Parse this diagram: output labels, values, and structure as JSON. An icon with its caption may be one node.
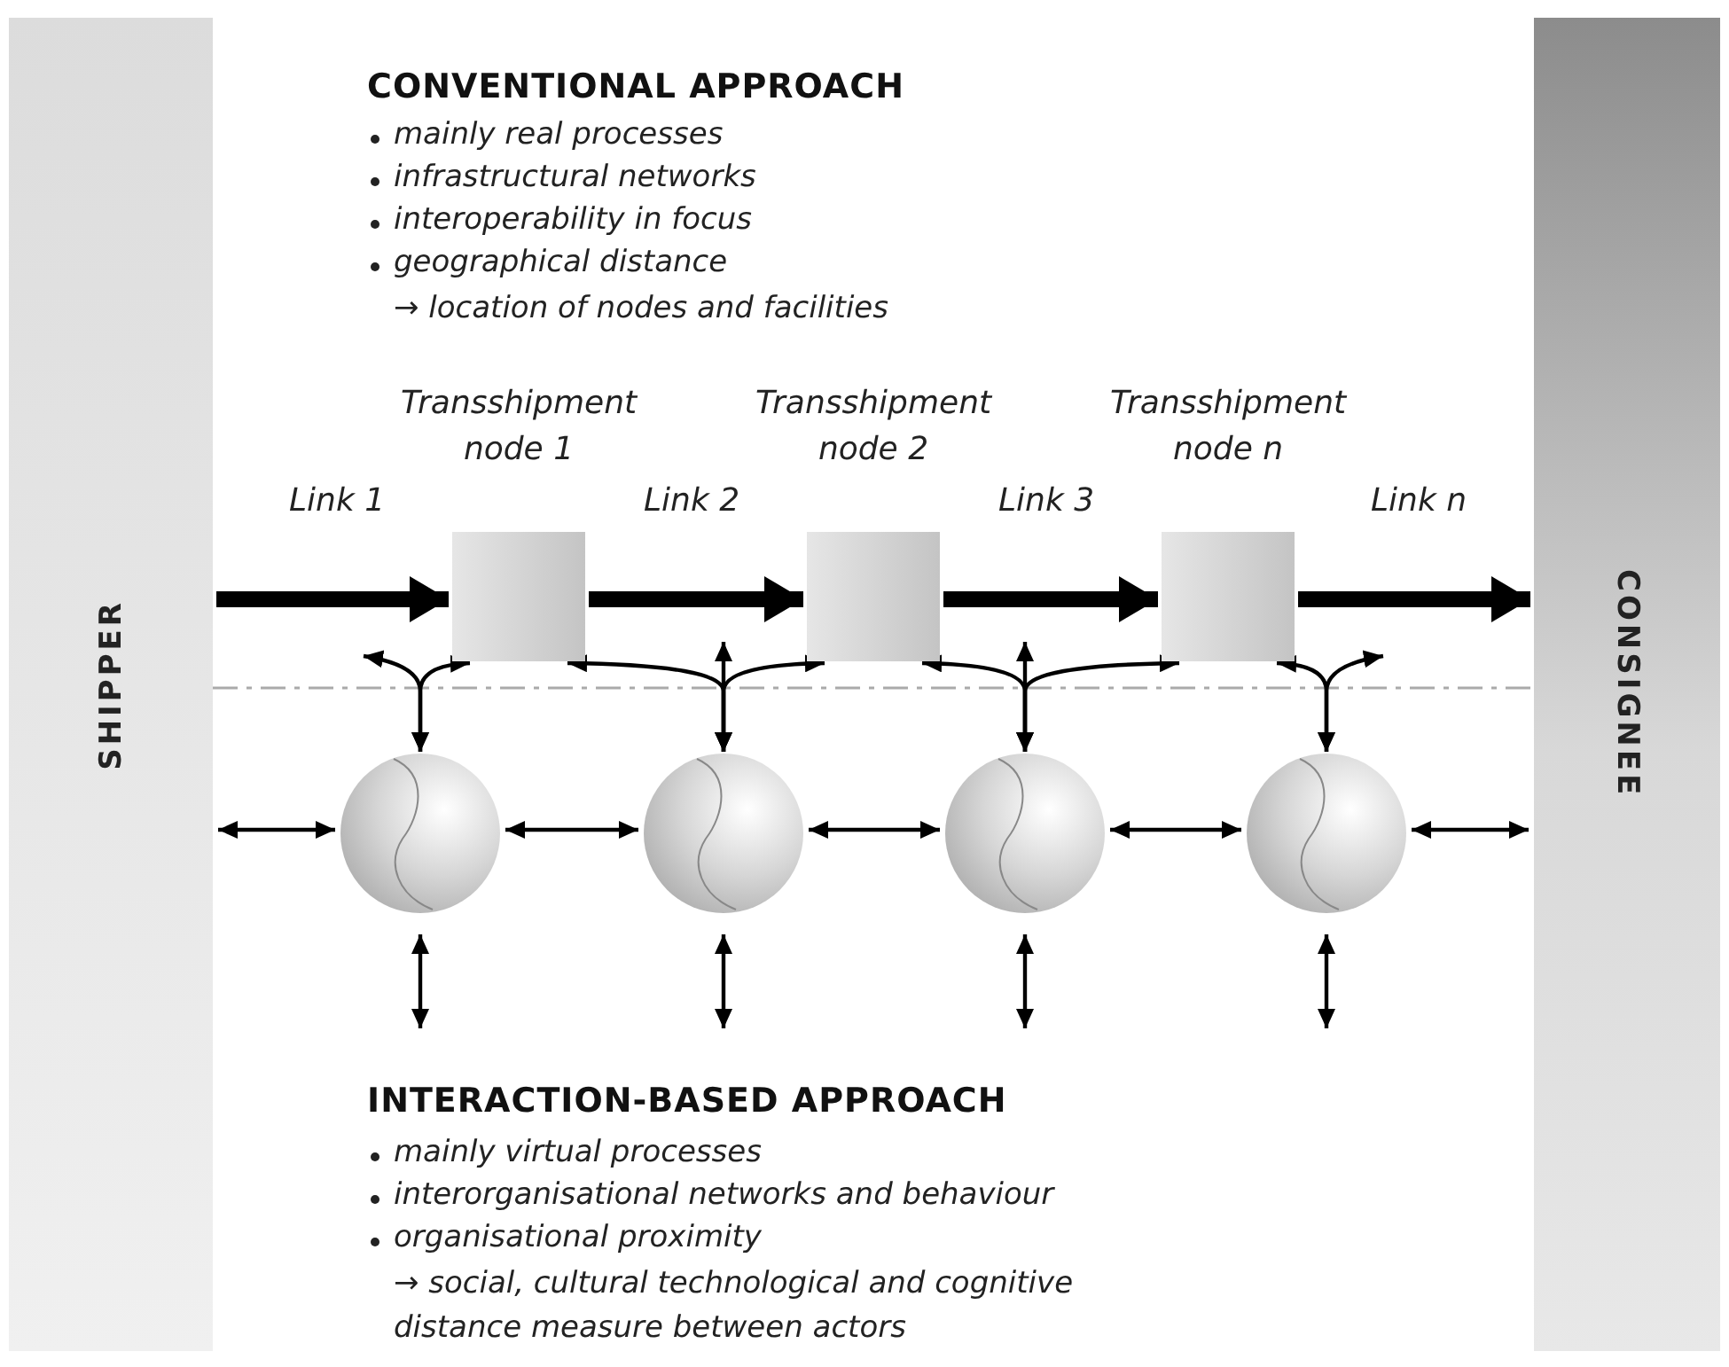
{
  "diagram": {
    "nodes": [
      {
        "text": [
          "SHIPPER"
        ]
      },
      {
        "text": [
          "CONSIGNEE"
        ]
      },
      {
        "text": [
          "Transshipment node 1"
        ]
      },
      {
        "text": [
          "Transshipment node 2"
        ]
      },
      {
        "text": [
          "Transshipment node n"
        ]
      },
      {
        "text": [],
        "shape": "circle"
      },
      {
        "text": [],
        "shape": "circle"
      },
      {
        "text": [],
        "shape": "circle"
      },
      {
        "text": [],
        "shape": "circle"
      }
    ],
    "edges": [
      {
        "from": 0,
        "to": 2,
        "arrow": "to",
        "label": "Link 1",
        "style": "thick"
      },
      {
        "from": 2,
        "to": 3,
        "arrow": "to",
        "label": "Link 2",
        "style": "thick"
      },
      {
        "from": 3,
        "to": 4,
        "arrow": "to",
        "label": "Link 3",
        "style": "thick"
      },
      {
        "from": 4,
        "to": 1,
        "arrow": "to",
        "label": "Link n",
        "style": "thick"
      },
      {
        "from": 0,
        "to": 5,
        "arrow": "both"
      },
      {
        "from": 5,
        "to": 6,
        "arrow": "both"
      },
      {
        "from": 6,
        "to": 7,
        "arrow": "both"
      },
      {
        "from": 7,
        "to": 8,
        "arrow": "both"
      },
      {
        "from": 8,
        "to": 1,
        "arrow": "both"
      },
      {
        "from": 5,
        "to": null,
        "arrow": "both"
      },
      {
        "from": 5,
        "to": 2,
        "arrow": "both"
      },
      {
        "from": 6,
        "to": 2,
        "arrow": "both"
      },
      {
        "from": 6,
        "to": null,
        "arrow": "both"
      },
      {
        "from": 6,
        "to": 3,
        "arrow": "both"
      },
      {
        "from": 7,
        "to": 3,
        "arrow": "both"
      },
      {
        "from": 7,
        "to": null,
        "arrow": "both"
      },
      {
        "from": 7,
        "to": 4,
        "arrow": "both"
      },
      {
        "from": 8,
        "to": 4,
        "arrow": "both"
      },
      {
        "from": 8,
        "to": null,
        "arrow": "both"
      },
      {
        "from": 5,
        "to": null,
        "arrow": "both"
      },
      {
        "from": 6,
        "to": null,
        "arrow": "both"
      },
      {
        "from": 7,
        "to": null,
        "arrow": "both"
      },
      {
        "from": 8,
        "to": null,
        "arrow": "both"
      }
    ],
    "labels": [
      "CONVENTIONAL APPROACH",
      "mainly real processes",
      "infrastructural networks",
      "interoperability in focus",
      "geographical distance",
      "→ location of nodes and facilities",
      "INTERACTION-BASED APPROACH",
      "mainly virtual processes",
      "interorganisational networks and behaviour",
      "organisational proximity",
      "→ social, cultural technological and cognitive distance measure between actors"
    ]
  }
}
